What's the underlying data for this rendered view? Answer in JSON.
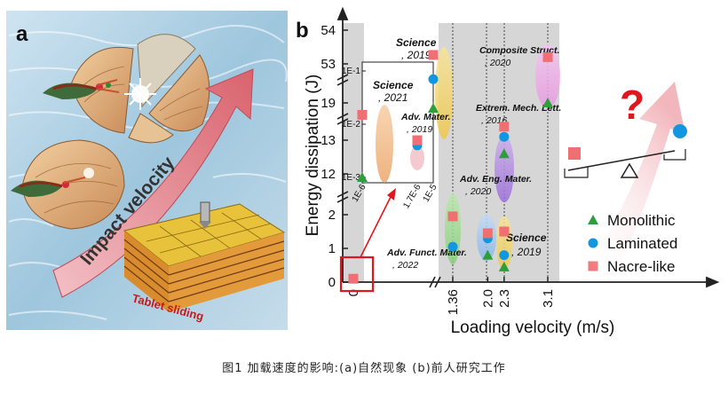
{
  "caption": "图1 加载速度的影响:(a)自然现象 (b)前人研究工作",
  "panel_a": {
    "label": "a",
    "arrow_text": "Impact velocity",
    "block_text": "Tablet sliding"
  },
  "panel_b": {
    "label": "b",
    "question_mark": "?",
    "colors": {
      "monolithic": "#2e9e3a",
      "laminated": "#1296e0",
      "nacre": "#ef6f73",
      "shade": "#d6d6d6"
    },
    "chart_data": {
      "type": "scatter",
      "xlabel": "Loading velocity (m/s)",
      "ylabel": "Energy dissipation (J)",
      "x_ticks": [
        "0",
        "1.36",
        "2.0",
        "2.3",
        "3.1"
      ],
      "y_ticks": [
        "0",
        "1",
        "2",
        "12",
        "13",
        "19",
        "53",
        "54"
      ],
      "inset_x_ticks": [
        "1E-6",
        "1.7E-6",
        "1E-5"
      ],
      "inset_y_ticks": [
        "1E-3",
        "1E-2",
        "1E-1"
      ],
      "series": [
        {
          "name": "Monolithic",
          "color": "#2e9e3a",
          "marker": "triangle",
          "points": [
            {
              "x": "1E-6",
              "y": 0.001
            },
            {
              "x": "1E-5",
              "y": 0.02
            },
            {
              "x": 2.0,
              "y": 0.8
            },
            {
              "x": 2.3,
              "y": 0.45
            },
            {
              "x": 2.3,
              "y": 12.6
            },
            {
              "x": 3.1,
              "y": 19
            }
          ]
        },
        {
          "name": "Laminated",
          "color": "#1296e0",
          "marker": "circle",
          "points": [
            {
              "x": "1.7E-6",
              "y": 0.004
            },
            {
              "x": "1E-5",
              "y": 0.07
            },
            {
              "x": 1.36,
              "y": 1.05
            },
            {
              "x": 2.0,
              "y": 1.3
            },
            {
              "x": 2.3,
              "y": 0.8
            },
            {
              "x": 2.3,
              "y": 13.1
            }
          ]
        },
        {
          "name": "Nacre-like",
          "color": "#ef6f73",
          "marker": "square",
          "points": [
            {
              "x": 0,
              "y": 0.1
            },
            {
              "x": "1E-6",
              "y": 0.015
            },
            {
              "x": "1.7E-6",
              "y": 0.005
            },
            {
              "x": "1E-5",
              "y": 0.2
            },
            {
              "x": 1.36,
              "y": 1.95
            },
            {
              "x": 2.0,
              "y": 1.45
            },
            {
              "x": 2.3,
              "y": 1.5
            },
            {
              "x": 2.3,
              "y": 13.4
            },
            {
              "x": 3.1,
              "y": 53.2
            }
          ]
        }
      ],
      "annotations": [
        {
          "journal": "Science",
          "year": ", 2019"
        },
        {
          "journal": "Science",
          "year": ", 2021"
        },
        {
          "journal": "Adv. Mater.",
          "year": ", 2019"
        },
        {
          "journal": "Composite Struct.",
          "year": ", 2020"
        },
        {
          "journal": "Extrem. Mech. Lett.",
          "year": ", 2016"
        },
        {
          "journal": "Adv. Eng. Mater.",
          "year": ", 2020"
        },
        {
          "journal": "Adv. Funct. Mater.",
          "year": ", 2022"
        },
        {
          "journal": "Science",
          "year": ", 2019"
        }
      ]
    },
    "legend": [
      {
        "label": "Monolithic",
        "marker": "triangle",
        "color": "#2e9e3a"
      },
      {
        "label": "Laminated",
        "marker": "circle",
        "color": "#1296e0"
      },
      {
        "label": "Nacre-like",
        "marker": "square",
        "color": "#ef6f73"
      }
    ]
  }
}
